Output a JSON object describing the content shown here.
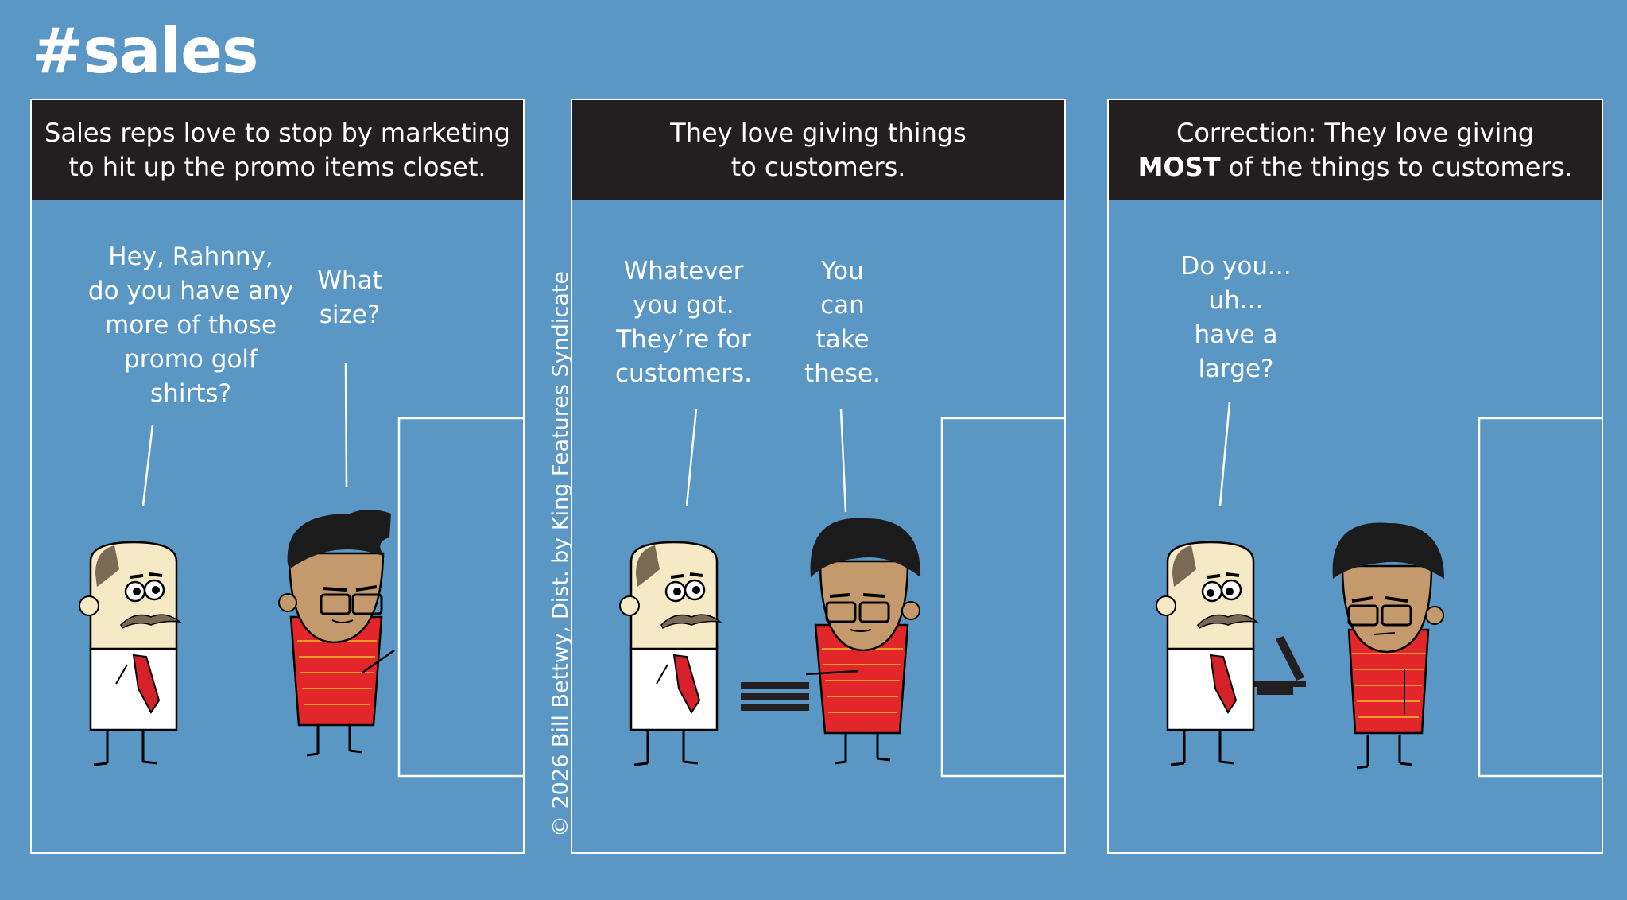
{
  "title": "#sales",
  "credit": "© 2026 Bill Bettwy, Dist. by King Features Syndicate",
  "colors": {
    "background": "#5a97c5",
    "caption_bg": "#231f20",
    "text": "#ffffff",
    "shirt_red": "#e3262a",
    "tie_red": "#d7212a"
  },
  "panels": [
    {
      "caption": "Sales reps love to stop by marketing\nto hit up the promo items closet.",
      "bubbles": [
        "Hey, Rahnny,\ndo you have any\nmore of those\npromo golf\nshirts?",
        "What\nsize?"
      ]
    },
    {
      "caption": "They love giving things\nto customers.",
      "bubbles": [
        "Whatever\nyou got.\nThey’re for\ncustomers.",
        "You\ncan\ntake\nthese."
      ]
    },
    {
      "caption_part1": "Correction:  They love giving",
      "caption_bold": "MOST",
      "caption_part2": " of the things to customers.",
      "bubbles": [
        "Do you...\nuh...\nhave a\nlarge?"
      ]
    }
  ]
}
